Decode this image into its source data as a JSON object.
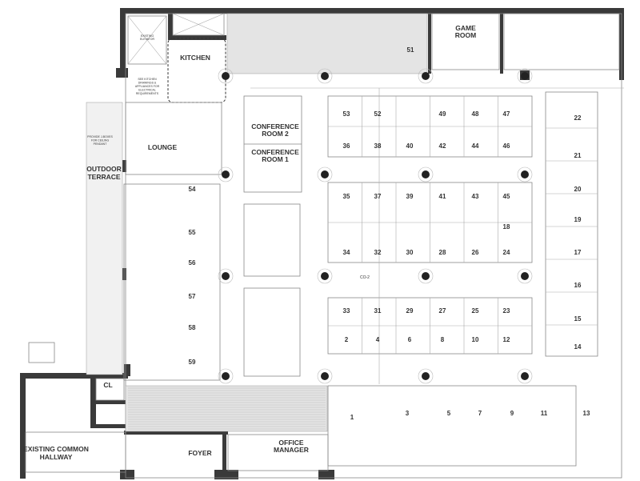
{
  "rooms": {
    "game_room": [
      "GAME",
      "ROOM"
    ],
    "kitchen": "KITCHEN",
    "lounge": "LOUNGE",
    "outdoor_terrace": [
      "OUTDOOR",
      "TERRACE"
    ],
    "conference_room_2": [
      "CONFERENCE",
      "ROOM 2"
    ],
    "conference_room_1": [
      "CONFERENCE",
      "ROOM 1"
    ],
    "closet": "CL",
    "existing_common_hallway": [
      "EXISTING COMMON",
      "HALLWAY"
    ],
    "foyer": "FOYER",
    "office_manager": [
      "OFFICE",
      "MANAGER"
    ],
    "existing_elevator": [
      "EXISTING",
      "ELEVATOR"
    ]
  },
  "notes": {
    "kitchen_note": [
      "SEE KITCHEN",
      "DRAWINGS &",
      "APPLIANCES FOR",
      "ELECTRICAL",
      "REQUIREMENTS"
    ],
    "pendant_note": [
      "PROVIDE J-BOXES",
      "FOR CEILING",
      "PENDANT"
    ],
    "co2": "CO-2"
  },
  "workstations": {
    "top_block": [
      "53",
      "52",
      "49",
      "48",
      "47",
      "36",
      "38",
      "40",
      "42",
      "44",
      "46"
    ],
    "middle_block": [
      "35",
      "37",
      "39",
      "41",
      "43",
      "45",
      "18",
      "34",
      "32",
      "30",
      "28",
      "26",
      "24"
    ],
    "lower_block": [
      "33",
      "31",
      "29",
      "27",
      "25",
      "23",
      "2",
      "4",
      "6",
      "8",
      "10",
      "12"
    ],
    "right_column": [
      "22",
      "21",
      "20",
      "19",
      "17",
      "16",
      "15",
      "14"
    ],
    "left_column": [
      "54",
      "55",
      "56",
      "57",
      "58",
      "59"
    ],
    "bottom_row": [
      "1",
      "3",
      "5",
      "7",
      "9",
      "11",
      "13"
    ],
    "game_room_desk": "51"
  }
}
